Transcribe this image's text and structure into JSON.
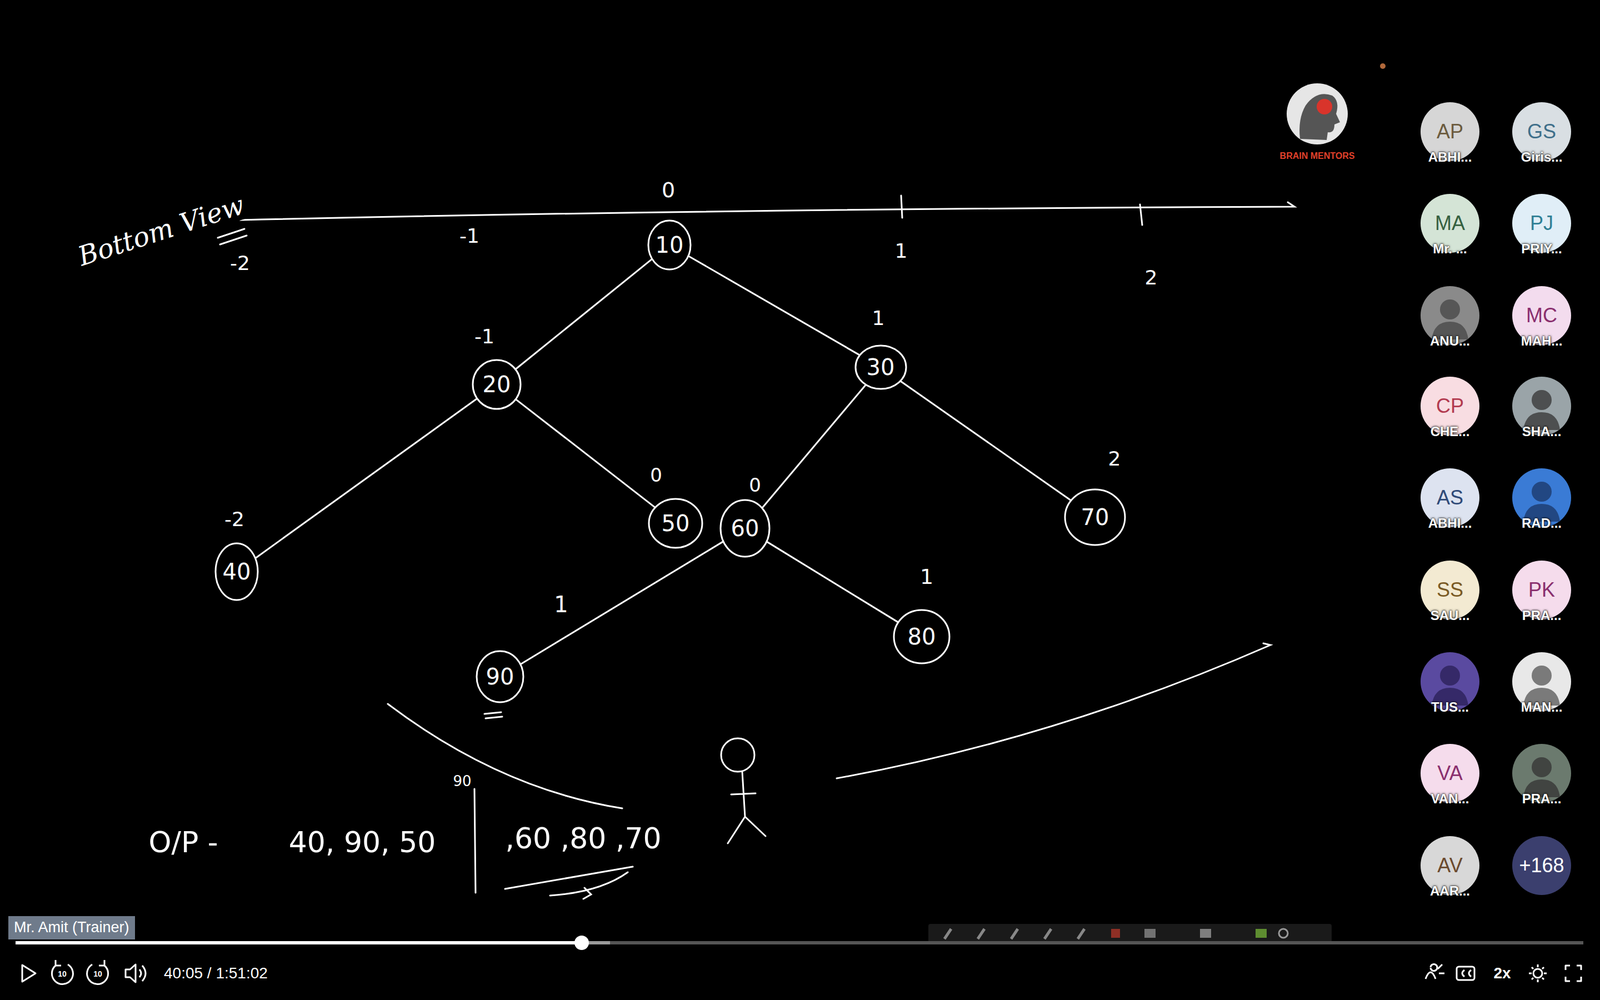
{
  "diagram": {
    "nodes": [
      {
        "text": [
          "10"
        ]
      },
      {
        "text": [
          "20"
        ]
      },
      {
        "text": [
          "30"
        ]
      },
      {
        "text": [
          "40"
        ]
      },
      {
        "text": [
          "50"
        ]
      },
      {
        "text": [
          "60"
        ]
      },
      {
        "text": [
          "70"
        ]
      },
      {
        "text": [
          "90"
        ]
      },
      {
        "text": [
          "80"
        ]
      },
      {
        "text": [
          "AP",
          "ABHI..."
        ]
      },
      {
        "text": [
          "GS",
          "Giris..."
        ]
      },
      {
        "text": [
          "MA",
          "Mr. ..."
        ]
      },
      {
        "text": [
          "PJ",
          "PRIY..."
        ]
      },
      {
        "text": [
          "ANU..."
        ]
      },
      {
        "text": [
          "MC",
          "MAH..."
        ]
      },
      {
        "text": [
          "CP",
          "CHE..."
        ]
      },
      {
        "text": [
          "SHA..."
        ]
      },
      {
        "text": [
          "AS",
          "ABHI..."
        ]
      },
      {
        "text": [
          "RAD..."
        ]
      },
      {
        "text": [
          "SS",
          "SAU..."
        ]
      },
      {
        "text": [
          "PK",
          "PRA..."
        ]
      },
      {
        "text": [
          "TUS..."
        ]
      },
      {
        "text": [
          "MAN..."
        ]
      },
      {
        "text": [
          "VA",
          "VAN..."
        ]
      },
      {
        "text": [
          "PRA..."
        ]
      },
      {
        "text": [
          "AV",
          "AAR..."
        ]
      },
      {
        "text": [
          "+168"
        ]
      },
      {
        "text": [
          "Mr. Amit (Trainer)"
        ]
      }
    ],
    "edges": [
      {
        "from": 0,
        "to": 1,
        "arrow": "none"
      },
      {
        "from": 0,
        "to": 2,
        "arrow": "none"
      },
      {
        "from": 1,
        "to": 3,
        "arrow": "none"
      },
      {
        "from": 1,
        "to": 4,
        "arrow": "none"
      },
      {
        "from": 2,
        "to": 5,
        "arrow": "none"
      },
      {
        "from": 2,
        "to": 6,
        "arrow": "none"
      },
      {
        "from": 5,
        "to": 7,
        "arrow": "none"
      },
      {
        "from": 5,
        "to": 8,
        "arrow": "none"
      }
    ],
    "labels": [
      "Bottom View",
      "0",
      "-1",
      "-2",
      "1",
      "2",
      "-1",
      "1",
      "-2",
      "0",
      "0",
      "2",
      "1",
      "1",
      "90",
      "O/P -",
      "40, 90, 50",
      ",60 ,80 ,70",
      "BRAIN MENTORS",
      "10",
      "10",
      "40:05 / 1:51:02",
      "2x"
    ]
  }
}
